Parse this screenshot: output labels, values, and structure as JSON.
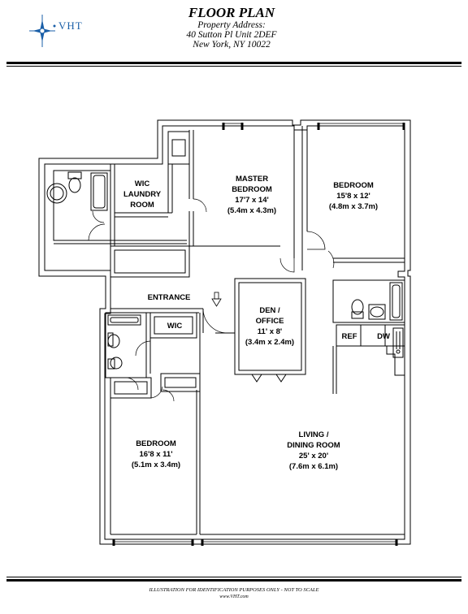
{
  "header": {
    "brand": "VHT",
    "title": "FLOOR PLAN",
    "address_label": "Property Address:",
    "address_line1": "40 Sutton Pl Unit 2DEF",
    "address_line2": "New York, NY 10022"
  },
  "rooms": {
    "master": {
      "name1": "MASTER",
      "name2": "BEDROOM",
      "dims_ft": "17'7 x 14'",
      "dims_m": "(5.4m x 4.3m)"
    },
    "bedroom_ne": {
      "name": "BEDROOM",
      "dims_ft": "15'8 x 12'",
      "dims_m": "(4.8m x 3.7m)"
    },
    "wic_laundry": {
      "line1": "WIC",
      "line2": "LAUNDRY",
      "line3": "ROOM"
    },
    "den": {
      "name1": "DEN /",
      "name2": "OFFICE",
      "dims_ft": "11' x 8'",
      "dims_m": "(3.4m x 2.4m)"
    },
    "entrance": {
      "name": "ENTRANCE"
    },
    "wic": {
      "name": "WIC"
    },
    "ref": {
      "name": "REF"
    },
    "dw": {
      "name": "DW"
    },
    "bedroom_sw": {
      "name": "BEDROOM",
      "dims_ft": "16'8 x 11'",
      "dims_m": "(5.1m x 3.4m)"
    },
    "living": {
      "name1": "LIVING  /",
      "name2": "DINING ROOM",
      "dims_ft": "25' x 20'",
      "dims_m": "(7.6m x 6.1m)"
    }
  },
  "footer": {
    "disclaimer": "ILLUSTRATION FOR IDENTIFICATION PURPOSES ONLY - NOT TO SCALE",
    "website": "www.VHT.com"
  },
  "colors": {
    "brand_blue": "#1a5fa8",
    "wall": "#000000"
  }
}
